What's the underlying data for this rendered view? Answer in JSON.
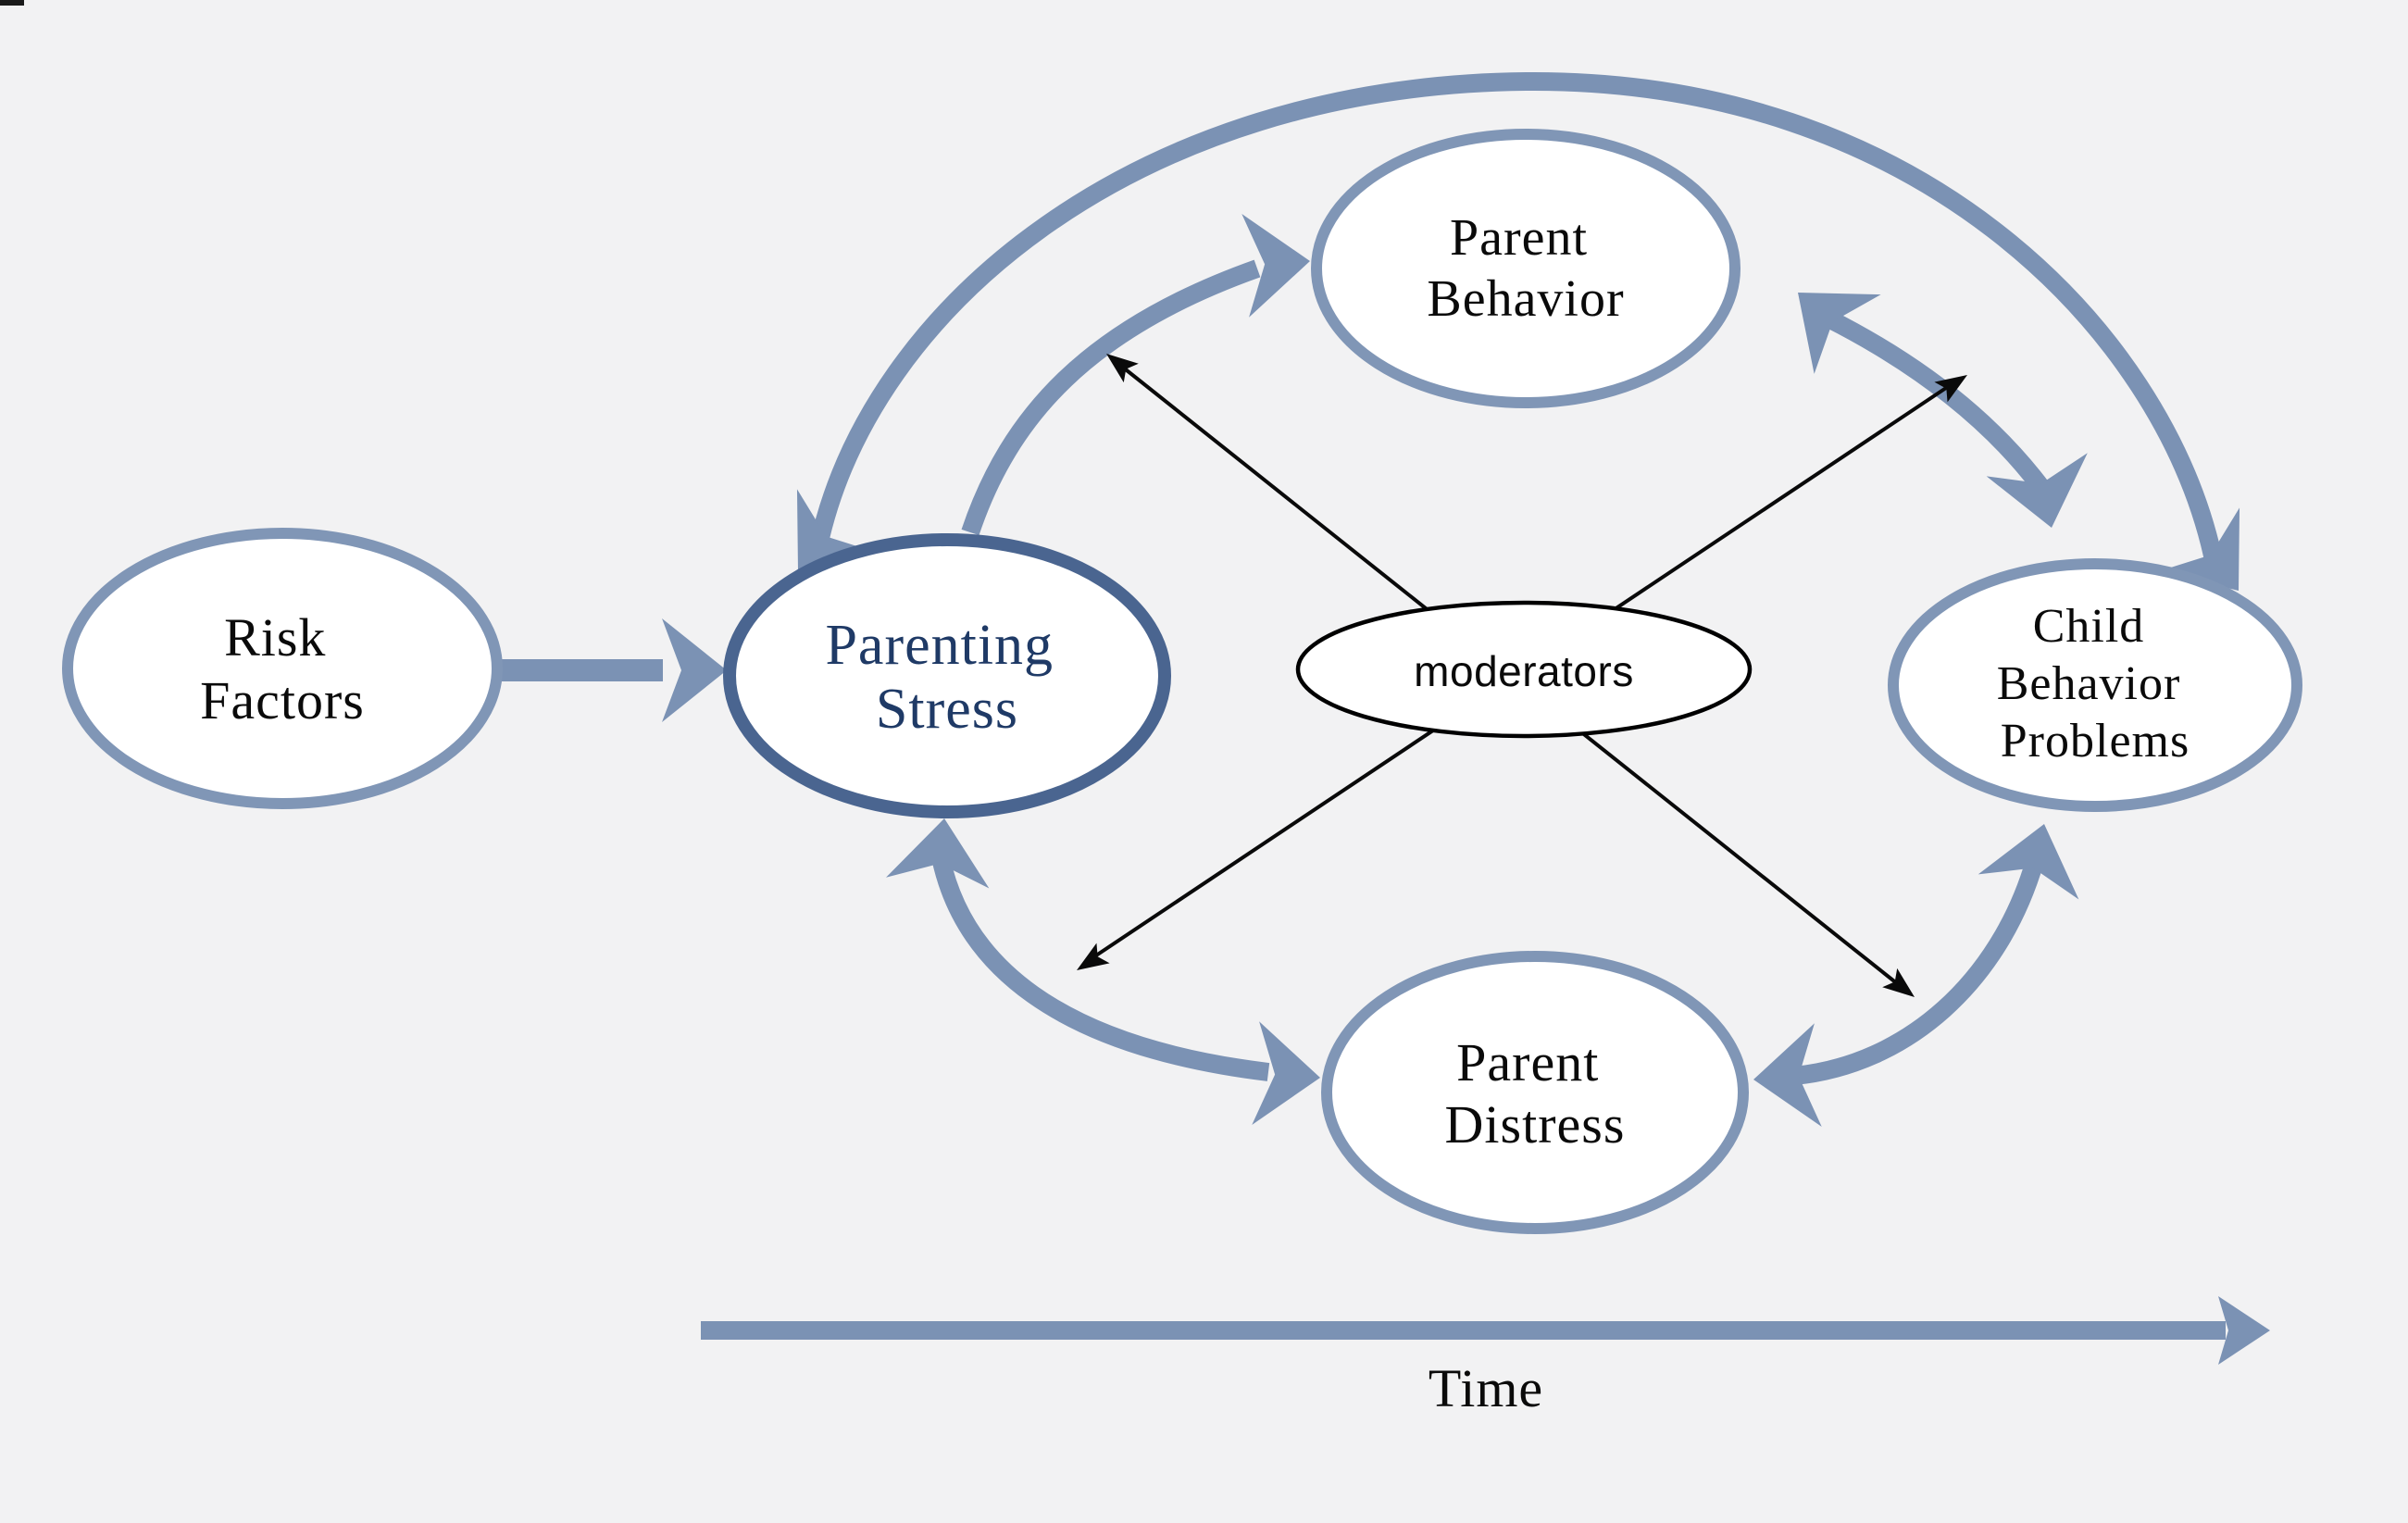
{
  "background_color": "#f2f2f3",
  "colors": {
    "arrow_blue": "#7b92b4",
    "node_border_blue": "#8096b6",
    "parenting_stress_border": "#4a6590",
    "parenting_stress_text": "#1f3a66",
    "moderator_line": "#0a0a0a",
    "label_text": "#0a0a0a"
  },
  "nodes": {
    "risk_factors": {
      "lines": [
        "Risk",
        "Factors"
      ]
    },
    "parenting_stress": {
      "lines": [
        "Parenting",
        "Stress"
      ]
    },
    "parent_behavior": {
      "lines": [
        "Parent",
        "Behavior"
      ]
    },
    "child_behavior_problems": {
      "lines": [
        "Child",
        "Behavior",
        "Problems"
      ]
    },
    "parent_distress": {
      "lines": [
        "Parent",
        "Distress"
      ]
    },
    "moderators": {
      "label": "moderators"
    }
  },
  "timeline": {
    "label": "Time"
  },
  "edges": [
    {
      "from": "Risk Factors",
      "to": "Parenting Stress",
      "style": "thick blue straight arrow",
      "heads": "single"
    },
    {
      "from": "Parenting Stress",
      "to": "Child Behavior Problems",
      "style": "thick blue outer arc over top",
      "heads": "double"
    },
    {
      "from": "Parenting Stress",
      "to": "Parent Behavior",
      "style": "thick blue arc",
      "heads": "single"
    },
    {
      "from": "Parent Behavior",
      "to": "Child Behavior Problems",
      "style": "thick blue arc",
      "heads": "double"
    },
    {
      "from": "Parenting Stress",
      "to": "Parent Distress",
      "style": "thick blue arc",
      "heads": "double"
    },
    {
      "from": "Parent Distress",
      "to": "Child Behavior Problems",
      "style": "thick blue arc",
      "heads": "double"
    },
    {
      "from": "moderators",
      "to": "upper-left path / lower-right path",
      "style": "thin black diagonal line",
      "heads": "double"
    },
    {
      "from": "moderators",
      "to": "lower-left path / upper-right path",
      "style": "thin black diagonal line",
      "heads": "double"
    }
  ]
}
